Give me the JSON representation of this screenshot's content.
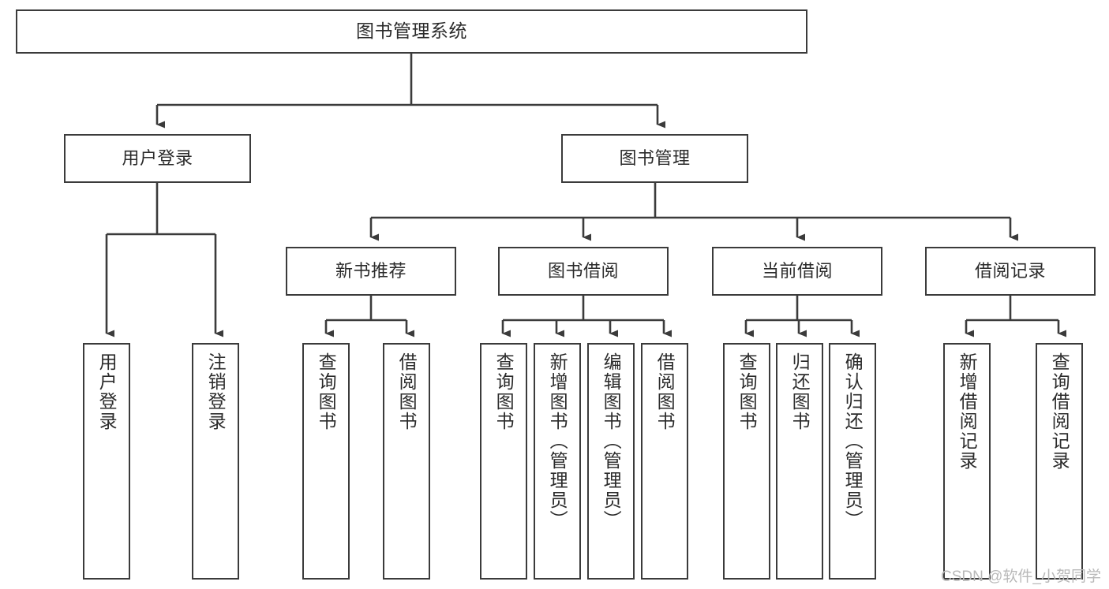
{
  "diagram": {
    "title": "图书管理系统",
    "type": "tree",
    "colors": {
      "box_border": "#3b3b3b",
      "box_fill": "#ffffff",
      "connector": "#3b3b3b",
      "text": "#2b2b2b",
      "watermark": "#b9b9b9",
      "background": "#ffffff"
    },
    "root": {
      "label": "图书管理系统"
    },
    "level1": [
      {
        "label": "用户登录"
      },
      {
        "label": "图书管理"
      }
    ],
    "level2": [
      {
        "label": "新书推荐"
      },
      {
        "label": "图书借阅"
      },
      {
        "label": "当前借阅"
      },
      {
        "label": "借阅记录"
      }
    ],
    "leaves": {
      "user_login": [
        {
          "label": "用户登录"
        },
        {
          "label": "注销登录"
        }
      ],
      "new_book_recommend": [
        {
          "label": "查询图书"
        },
        {
          "label": "借阅图书"
        }
      ],
      "book_borrow": [
        {
          "label": "查询图书"
        },
        {
          "label": "新增图书（管理员）"
        },
        {
          "label": "编辑图书（管理员）"
        },
        {
          "label": "借阅图书"
        }
      ],
      "current_borrow": [
        {
          "label": "查询图书"
        },
        {
          "label": "归还图书"
        },
        {
          "label": "确认归还（管理员）"
        }
      ],
      "borrow_record": [
        {
          "label": "新增借阅记录"
        },
        {
          "label": "查询借阅记录"
        }
      ]
    }
  },
  "watermark": {
    "text": "CSDN @软件_小贺同学"
  }
}
